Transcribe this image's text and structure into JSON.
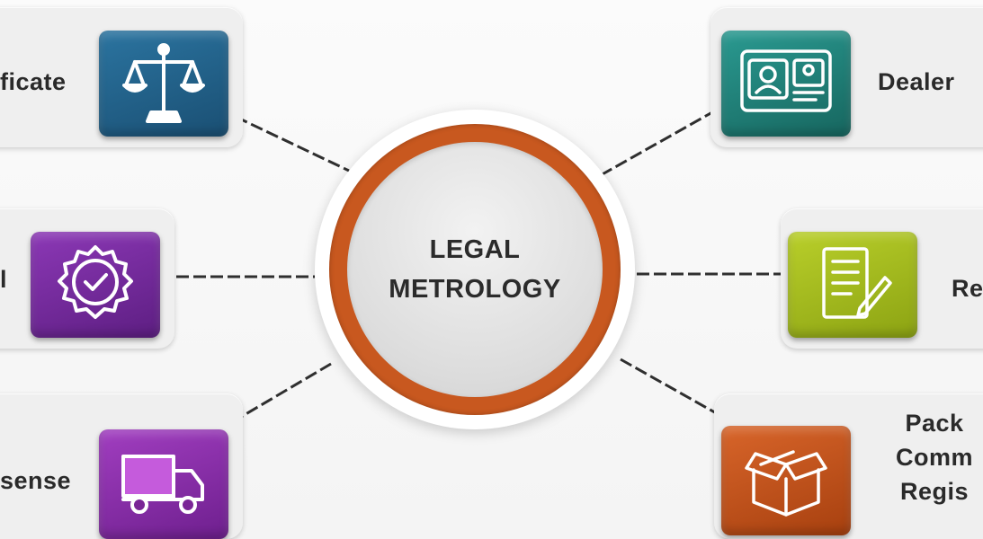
{
  "hub": {
    "line1": "LEGAL",
    "line2": "METROLOGY",
    "ring_color": "#c8581f"
  },
  "nodes": {
    "top_left": {
      "label": "ficate",
      "icon": "scales-of-justice-icon",
      "color": "#1f5f86"
    },
    "mid_left": {
      "label": "l",
      "icon": "badge-check-icon",
      "color": "#7a2aa0"
    },
    "bottom_left": {
      "label": "sense",
      "icon": "delivery-truck-icon",
      "color": "#8e2fa6"
    },
    "top_right": {
      "label": "Dealer",
      "icon": "id-card-icon",
      "color": "#1f7f78"
    },
    "mid_right": {
      "label": "Re",
      "icon": "document-edit-icon",
      "color": "#a7bd1d"
    },
    "bottom_right": {
      "lines": [
        "Pack",
        "Comm",
        "Regis"
      ],
      "icon": "open-box-icon",
      "color": "#c6521b"
    }
  }
}
